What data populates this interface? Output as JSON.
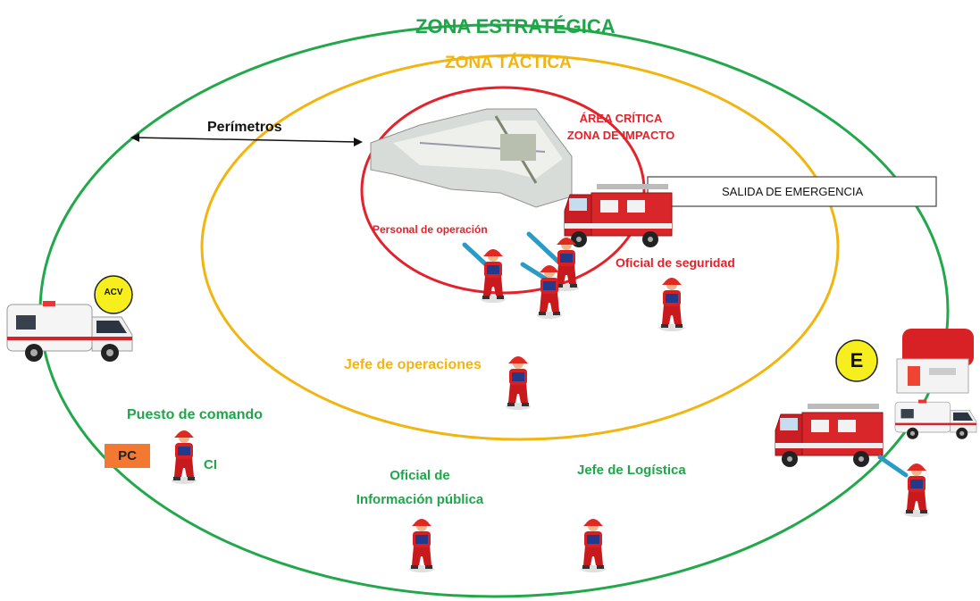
{
  "zones": {
    "strategic": "ZONA ESTRATÉGICA",
    "tactical": "ZONA TÁCTICA",
    "critical_line1": "ÁREA CRÍTICA",
    "critical_line2": "ZONA DE IMPACTO"
  },
  "perimeter_label": "Perímetros",
  "exit_label": "SALIDA DE EMERGENCIA",
  "badges": {
    "acv": "ACV",
    "e": "E",
    "pc": "PC"
  },
  "roles": {
    "operation_staff": "Personal de operación",
    "safety_officer": "Oficial de seguridad",
    "operations_chief": "Jefe de operaciones",
    "command_post": "Puesto de comando",
    "ci": "CI",
    "public_info_line1": "Oficial de",
    "public_info_line2": "Información pública",
    "logistics_chief": "Jefe de Logística"
  },
  "colors": {
    "strategic": "#22a84a",
    "tactical": "#f2b50f",
    "critical": "#e4222b",
    "pc_box": "#f37932",
    "badge": "#f7ef1d"
  },
  "icons": [
    "ambulance-icon",
    "fire-truck-icon",
    "firefighter-icon",
    "first-aid-kit-icon",
    "airport-building-icon"
  ]
}
